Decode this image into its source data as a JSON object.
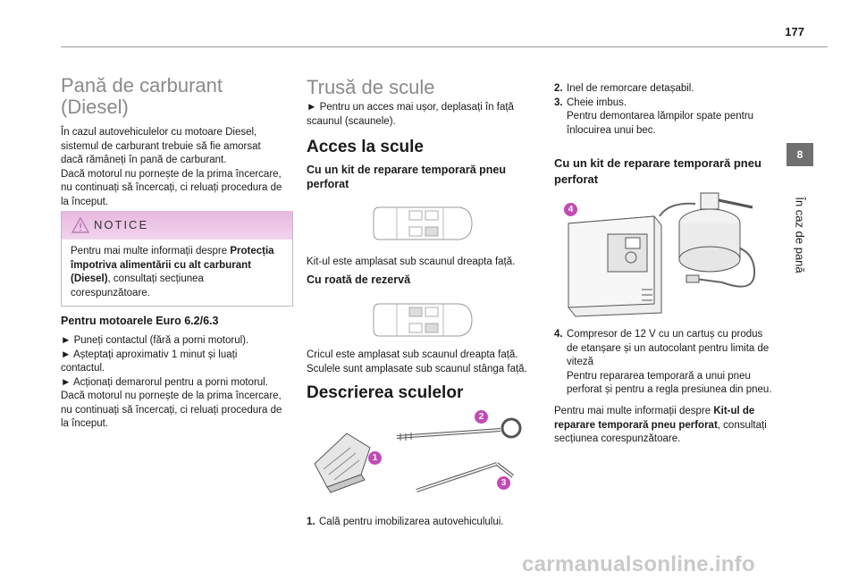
{
  "page": {
    "number": "177"
  },
  "side_tab": {
    "chapter": "8",
    "label": "În caz de pană"
  },
  "col1": {
    "title_line1": "Pană de carburant",
    "title_line2": "(Diesel)",
    "intro": [
      "În cazul autovehiculelor cu motoare Diesel,",
      "sistemul de carburant trebuie să fie amorsat",
      "dacă rămâneți în pană de carburant.",
      "Dacă motorul nu pornește de la prima încercare,",
      "nu continuați să încercați, ci reluați procedura de",
      "la început."
    ],
    "notice_title": "NOTICE",
    "notice_pre": "Pentru mai multe informații despre ",
    "notice_bold1": "Protecția",
    "notice_bold2": "împotriva alimentării cu alt carburant",
    "notice_bold3": "(Diesel)",
    "notice_post1": ", consultați secțiunea",
    "notice_post2": "corespunzătoare.",
    "euro_heading": "Pentru motoarele Euro 6.2/6.3",
    "steps": [
      "► Puneți contactul (fără a porni motorul).",
      "► Așteptați aproximativ 1 minut și luați",
      "contactul.",
      "► Acționați demarorul pentru a porni motorul.",
      "Dacă motorul nu pornește de la prima încercare,",
      "nu continuați să încercați, ci reluați procedura de",
      "la început."
    ]
  },
  "col2": {
    "title": "Trusă de scule",
    "access_text": [
      "► Pentru un acces mai ușor, deplasați în față",
      "scaunul (scaunele)."
    ],
    "acces_heading": "Acces la scule",
    "kit_heading_l1": "Cu un kit de reparare temporară pneu",
    "kit_heading_l2": "perforat",
    "kit_text": "Kit-ul este amplasat sub scaunul dreapta față.",
    "spare_heading": "Cu roată de rezervă",
    "spare_text": [
      "Cricul este amplasat sub scaunul dreapta față.",
      "Sculele sunt amplasate sub scaunul stânga față."
    ],
    "desc_heading": "Descrierea sculelor",
    "callouts": [
      "1",
      "2",
      "3"
    ],
    "item1_num": "1.",
    "item1": "Cală pentru imobilizarea autovehiculului."
  },
  "col3": {
    "item2_num": "2.",
    "item2": "Inel de remorcare detașabil.",
    "item3_num": "3.",
    "item3_l1": "Cheie imbus.",
    "item3_l2": "Pentru demontarea lămpilor spate pentru",
    "item3_l3": "înlocuirea unui bec.",
    "kit_heading_l1": "Cu un kit de reparare temporară pneu",
    "kit_heading_l2": "perforat",
    "callout4": "4",
    "item4_num": "4.",
    "item4": [
      "Compresor de 12 V cu un cartuș cu produs",
      "de etanșare și un autocolant pentru limita de",
      "viteză",
      "Pentru repararea temporară a unui pneu",
      "perforat și pentru a regla presiunea din pneu."
    ],
    "more_pre": "Pentru mai multe informații despre ",
    "more_bold1": "Kit-ul de",
    "more_bold2": "reparare temporară pneu perforat",
    "more_post1": ", consultați",
    "more_post2": "secțiunea corespunzătoare."
  },
  "watermark": "carmanualsonline.info",
  "colors": {
    "notice_header": "#ecc4e6",
    "callout": "#c14bb4",
    "side_tab": "#707070",
    "title_gray": "#8a8a8a"
  }
}
